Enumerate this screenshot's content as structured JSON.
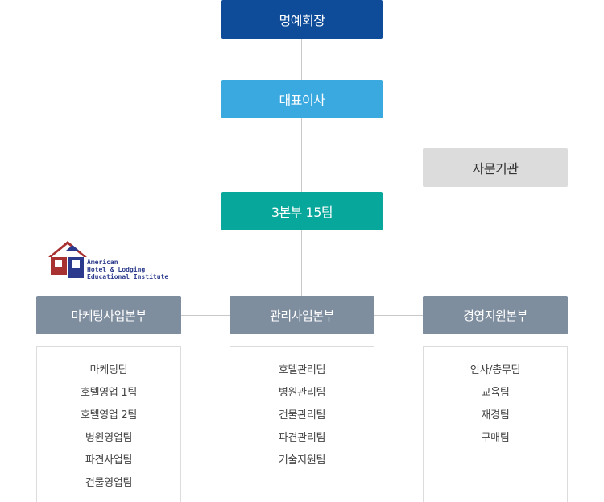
{
  "chart": {
    "honorary_chairman": "명예회장",
    "ceo": "대표이사",
    "advisory": "자문기관",
    "organization": "3본부 15팀"
  },
  "divisions": [
    {
      "label": "마케팅사업본부",
      "teams": [
        "마케팅팀",
        "호텔영업 1팀",
        "호텔영업 2팀",
        "병원영업팀",
        "파견사업팀",
        "건물영업팀"
      ]
    },
    {
      "label": "관리사업본부",
      "teams": [
        "호텔관리팀",
        "병원관리팀",
        "건물관리팀",
        "파견관리팀",
        "기술지원팀"
      ]
    },
    {
      "label": "경영지원본부",
      "teams": [
        "인사/총무팀",
        "교육팀",
        "재경팀",
        "구매팀"
      ]
    }
  ],
  "logo": {
    "line1": "American",
    "line2": "Hotel & Lodging",
    "line3": "Educational Institute"
  },
  "colors": {
    "chairman": "#0e4c9a",
    "ceo": "#3aa9e0",
    "organization": "#08a79b",
    "advisory": "#dcdcdc",
    "division": "#7f8e9f"
  }
}
